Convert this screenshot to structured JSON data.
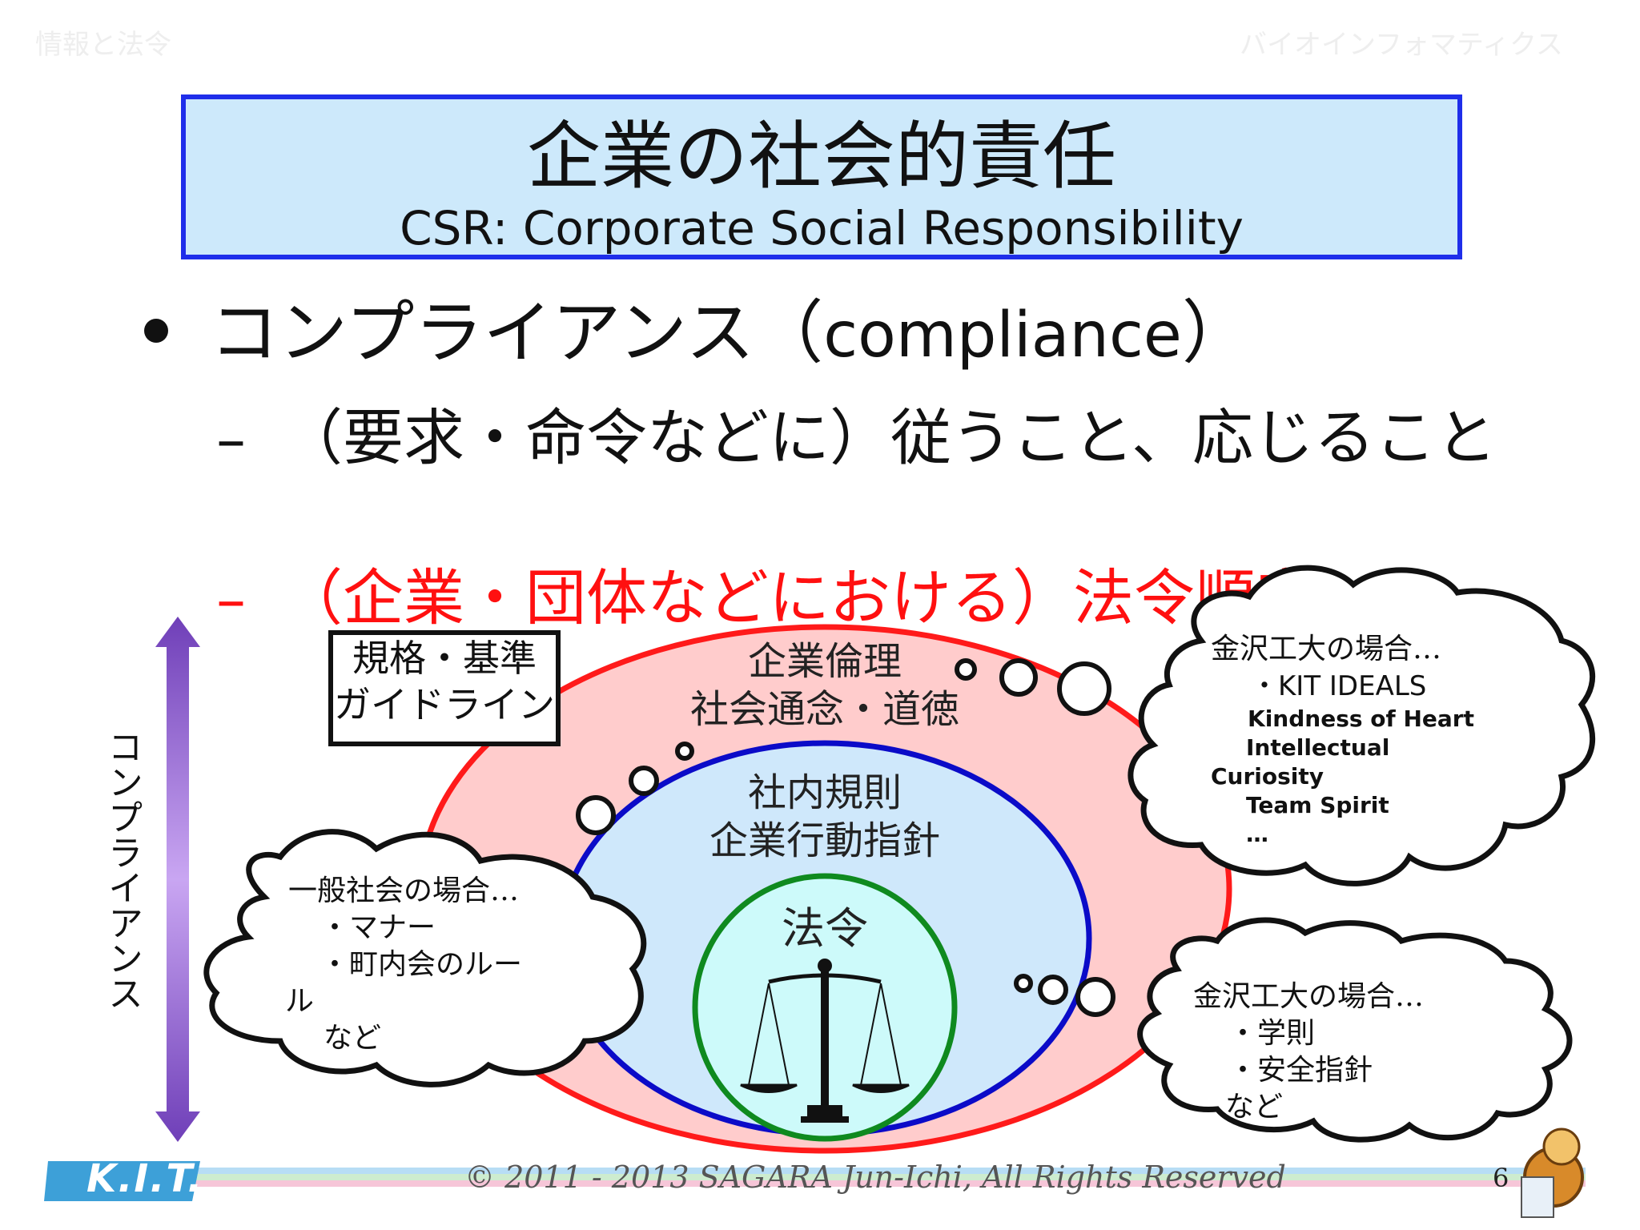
{
  "header": {
    "left_ghost": "情報と法令",
    "right_ghost": "バイオインフォマティクス"
  },
  "title": {
    "japanese": "企業の社会的責任",
    "english": "CSR: Corporate Social Responsibility"
  },
  "bullets": {
    "main_jp": "コンプライアンス（",
    "main_en": "compliance",
    "main_close": "）",
    "sub1": "（要求・命令などに）従うこと、応じること",
    "sub2": "（企業・団体などにおける）法令順守",
    "dash": "–"
  },
  "diagram": {
    "standards_box": [
      "規格・基準",
      "ガイドライン"
    ],
    "outer_ellipse": [
      "企業倫理",
      "社会通念・道徳"
    ],
    "inner_ellipse": [
      "社内規則",
      "企業行動指針"
    ],
    "law_circle": "法令",
    "compliance_label": "コンプライアンス",
    "cloud_general": [
      "一般社会の場合…",
      "・マナー",
      "・町内会のルー",
      "ル",
      "など"
    ],
    "cloud_kit_ideals": {
      "heading": "金沢工大の場合…",
      "item": "・KIT IDEALS",
      "values": [
        "Kindness of Heart",
        "Intellectual",
        "Curiosity",
        "Team Spirit",
        "…"
      ]
    },
    "cloud_kit_rules": [
      "金沢工大の場合…",
      "・学則",
      "・安全指針",
      "など"
    ],
    "colors": {
      "outer_fill": "#ffcccc",
      "outer_stroke": "#ff1a1a",
      "inner_fill": "#cfe8fb",
      "inner_stroke": "#0b0bc8",
      "law_fill": "#cdfafa",
      "law_stroke": "#0f8a1f",
      "arrow": "#8e5bd6"
    }
  },
  "footer": {
    "logo": "K.I.T.",
    "copyright": "© 2011 - 2013 SAGARA Jun-Ichi, All Rights Reserved",
    "page_number": "6"
  }
}
